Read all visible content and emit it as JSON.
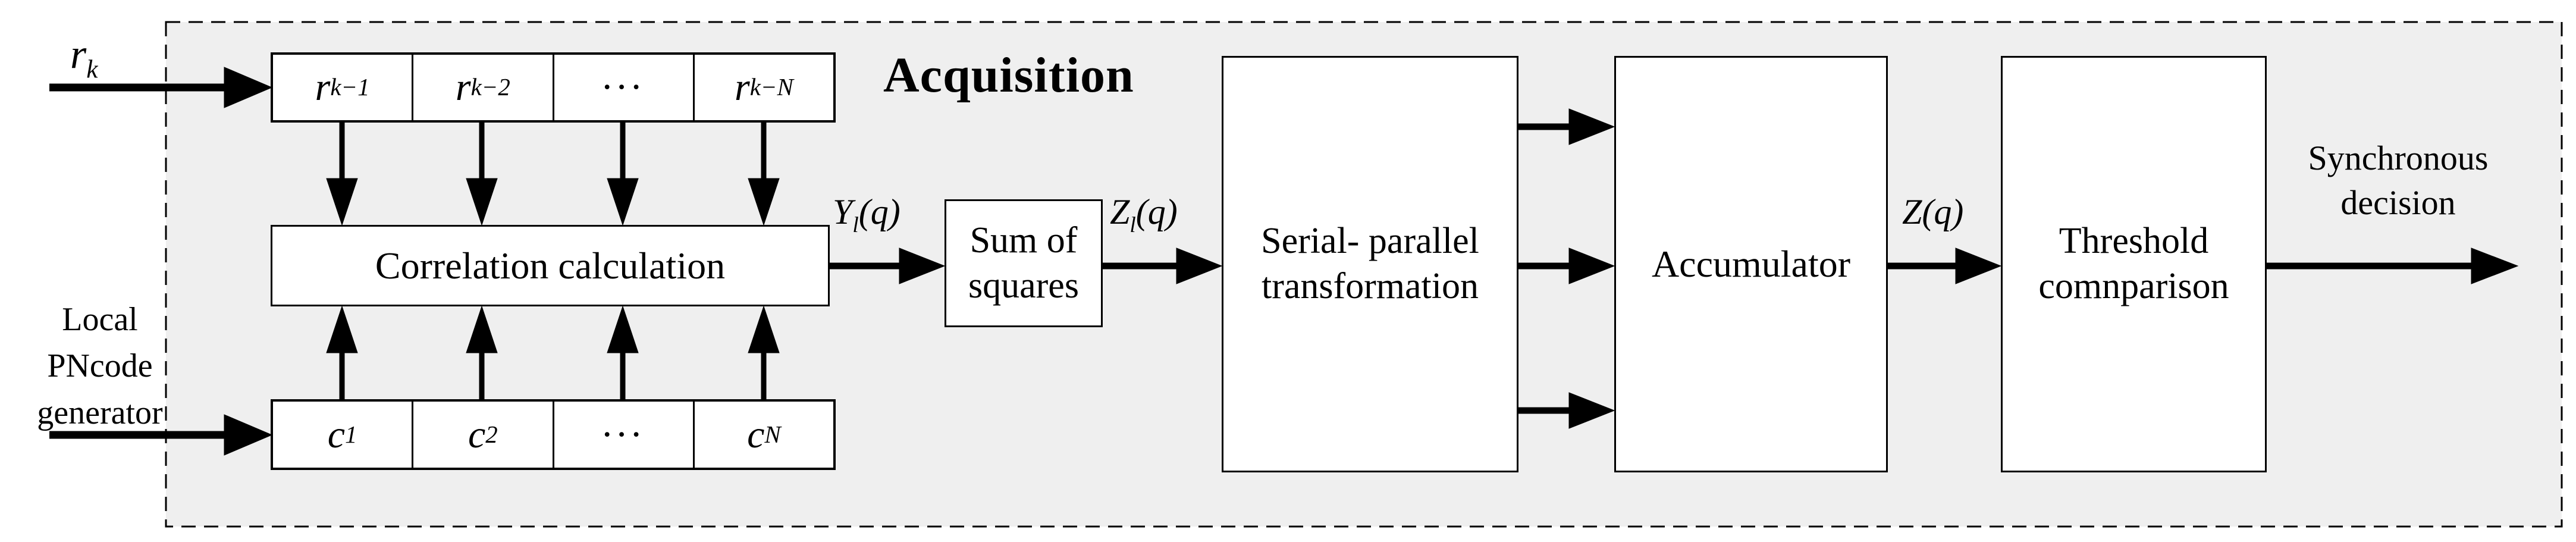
{
  "diagram": {
    "title": "Acquisition",
    "colors": {
      "region_fill": "#efefef",
      "line": "#000000",
      "box_fill": "#ffffff"
    }
  },
  "inputs": {
    "received_signal": {
      "base": "r",
      "sub": "k"
    },
    "local_generator": {
      "line1": "Local",
      "line2": "PNcode",
      "line3": "generator"
    }
  },
  "registers": {
    "received": {
      "cells": [
        {
          "base": "r",
          "sub": "k−1"
        },
        {
          "base": "r",
          "sub": "k−2"
        },
        {
          "base": "···",
          "sub": ""
        },
        {
          "base": "r",
          "sub": "k−N"
        }
      ]
    },
    "code": {
      "cells": [
        {
          "base": "c",
          "sub": "1"
        },
        {
          "base": "c",
          "sub": "2"
        },
        {
          "base": "···",
          "sub": ""
        },
        {
          "base": "c",
          "sub": "N"
        }
      ]
    }
  },
  "blocks": {
    "correlation": {
      "label": "Correlation calculation"
    },
    "sum_of_squares": {
      "line1": "Sum of",
      "line2": "squares"
    },
    "serial_parallel": {
      "line1": "Serial- parallel",
      "line2": "transformation"
    },
    "accumulator": {
      "label": "Accumulator"
    },
    "threshold": {
      "line1": "Threshold",
      "line2": "comnparison"
    }
  },
  "signals": {
    "y_l": {
      "base": "Y",
      "sub": "l",
      "post": "(q)"
    },
    "z_l": {
      "base": "Z",
      "sub": "l",
      "post": "(q)"
    },
    "z": {
      "base": "Z",
      "sub": "",
      "post": "(q)"
    },
    "output": {
      "line1": "Synchronous",
      "line2": "decision"
    }
  }
}
